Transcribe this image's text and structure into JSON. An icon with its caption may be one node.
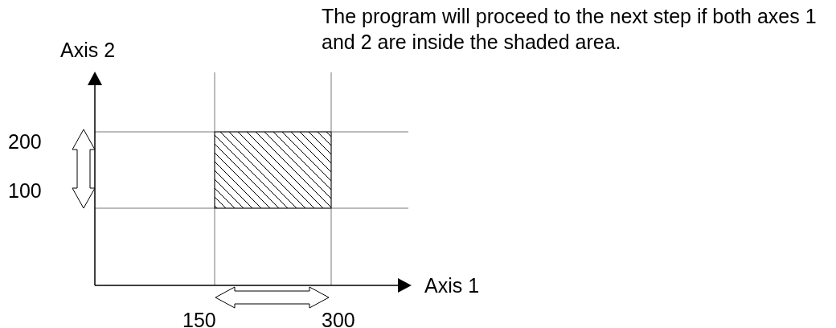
{
  "diagram": {
    "nodes": [
      {
        "text": [],
        "shape": "box"
      }
    ],
    "labels": [
      "The program will proceed to the next step if both axes 1 and 2 are inside the shaded area.",
      "Axis 2",
      "200",
      "100",
      "Axis 1",
      "150",
      "300"
    ]
  }
}
